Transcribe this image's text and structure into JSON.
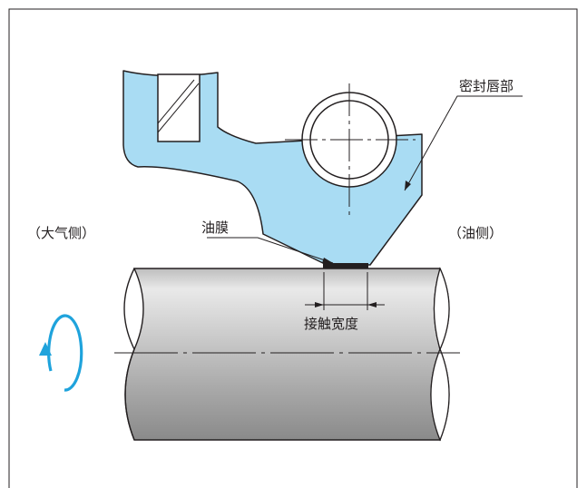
{
  "labels": {
    "seal_lip": "密封唇部",
    "air_side": "（大气侧）",
    "oil_side": "（油侧）",
    "oil_film": "油膜",
    "contact_width": "接触宽度"
  },
  "colors": {
    "seal_fill": "#a9dcf3",
    "outline": "#231f20",
    "rotation_arrow": "#1fa3dc",
    "shaft_light": "#e6e6e6",
    "shaft_dark": "#8c8c8c"
  },
  "icons": {
    "rotation": "rotation-arrow-icon"
  }
}
